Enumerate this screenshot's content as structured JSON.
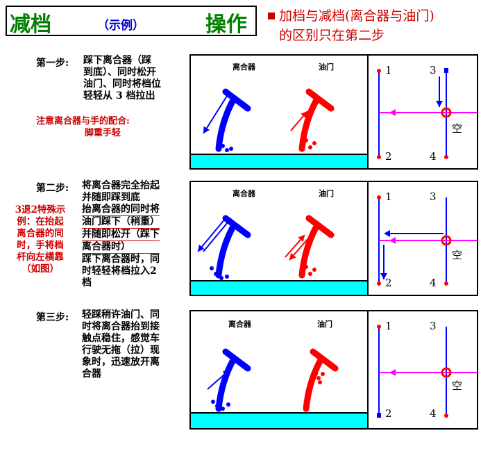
{
  "header": {
    "title_left": "减档",
    "title_mid": "（示例）",
    "title_right": "操作",
    "note_line1": "加档与减档(离合器与油门)",
    "note_line2": "的区别只在第二步",
    "bullet_color": "#cc0000"
  },
  "step1": {
    "label": "第一步:",
    "lines": [
      "踩下离合器（踩",
      "到底）、同时松开",
      "油门、同时将档位",
      "轻轻从 3 档拉出"
    ],
    "note_lines": [
      "注意离合器与手的配合:",
      "脚重手轻"
    ]
  },
  "step2": {
    "label": "第二步:",
    "lines": [
      "将离合器完全抬起",
      "并随即踩到底",
      "抬离合器的同时将",
      "油门踩下（稍重）",
      "并随即松开（踩下",
      "离合器时）",
      "踩下离合器时，同",
      "时轻轻将档拉入2",
      "档"
    ],
    "side_note": [
      "3退2特殊示",
      "例：在抬起",
      "离合器的同",
      "时，手将档",
      "杆向左横靠",
      "（如图）"
    ]
  },
  "step3": {
    "label": "第三步:",
    "lines": [
      "轻踩稍许油门、同",
      "时将离合器抬到接",
      "触点稳住，感觉车",
      "行驶无拖（拉）现",
      "象时，迅速放开离",
      "合器"
    ]
  },
  "pedal_labels": {
    "clutch": "离合器",
    "throttle": "油门"
  },
  "gear": {
    "g1": "1",
    "g2": "2",
    "g3": "3",
    "g4": "4",
    "neutral": "空"
  },
  "colors": {
    "clutch": "#0000ff",
    "throttle": "#ff0000",
    "floor": "#00ffff",
    "shift": "#ff00ff",
    "green": "#008000"
  }
}
